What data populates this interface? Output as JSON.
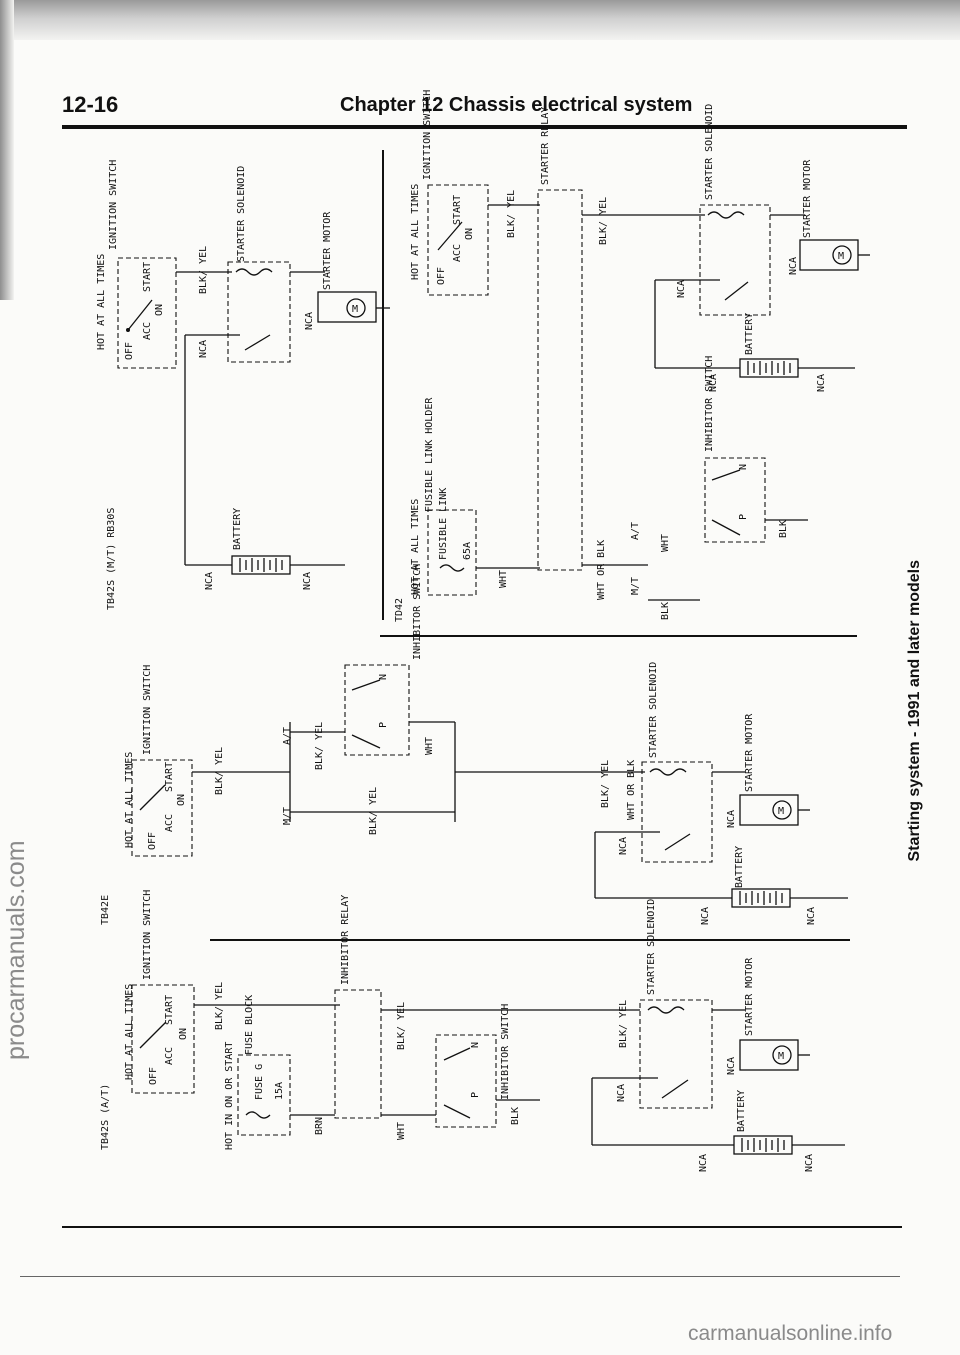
{
  "header": {
    "page_number": "12-16",
    "chapter_title": "Chapter 12  Chassis electrical system"
  },
  "side_running_title": "Starting system - 1991 and later models",
  "watermarks": {
    "left": "procarmanuals.com",
    "bottom": "carmanualsonline.info"
  },
  "labels": {
    "ignition_switch": "IGNITION SWITCH",
    "hot_at_all_times": "HOT AT ALL TIMES",
    "hot_in_on_or_start": "HOT IN ON OR START",
    "start": "START",
    "on": "ON",
    "acc": "ACC",
    "off": "OFF",
    "starter_solenoid": "STARTER SOLENOID",
    "starter_motor": "STARTER MOTOR",
    "starter_relay": "STARTER RELAY",
    "inhibitor_relay": "INHIBITOR RELAY",
    "inhibitor_switch": "INHIBITOR SWITCH",
    "battery": "BATTERY",
    "fusible_link_holder": "FUSIBLE LINK HOLDER",
    "fusible_link": "FUSIBLE LINK",
    "fuse_rating_65a": "65A",
    "fuse_block": "FUSE BLOCK",
    "fuse_g": "FUSE G",
    "fuse_rating_15a": "15A",
    "nca": "NCA",
    "wire_blk_yel": "BLK/ YEL",
    "wire_wht": "WHT",
    "wire_blk": "BLK",
    "wire_brn": "BRN",
    "wire_wht_or_blk": "WHT OR BLK",
    "at": "A/T",
    "mt": "M/T",
    "p": "P",
    "n": "N",
    "motor_symbol": "M"
  },
  "diagrams": [
    {
      "model_codes": "TB42S (M/T)  RB30S"
    },
    {
      "model_codes": "TD42"
    },
    {
      "model_codes": "TB42E"
    },
    {
      "model_codes": "TB42S (A/T)"
    }
  ]
}
